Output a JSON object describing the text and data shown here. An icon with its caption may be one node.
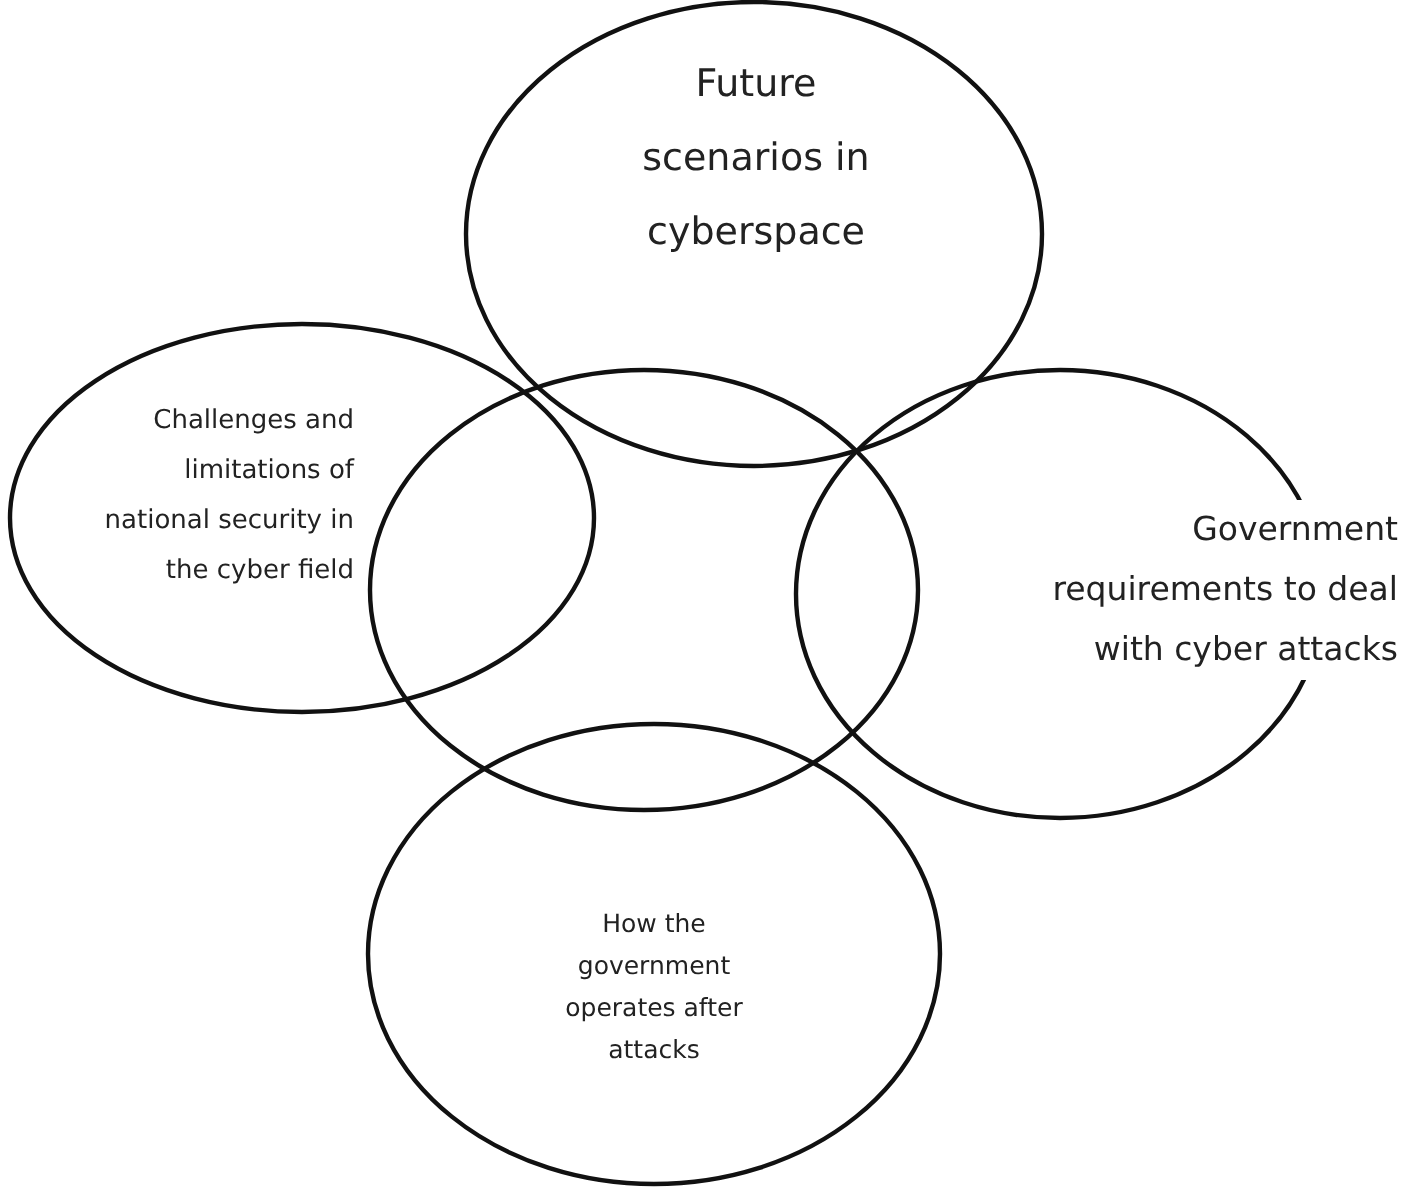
{
  "diagram": {
    "nodes": [
      {
        "text": [
          "Future scenarios in cyberspace"
        ]
      },
      {
        "text": [
          "Challenges and limitations of national security in the cyber field"
        ]
      },
      {
        "text": [],
        "shape": "circle"
      },
      {
        "text": [
          "Government requirements to deal with cyber attacks"
        ]
      },
      {
        "text": [
          "How the government operates after attacks"
        ]
      }
    ]
  }
}
